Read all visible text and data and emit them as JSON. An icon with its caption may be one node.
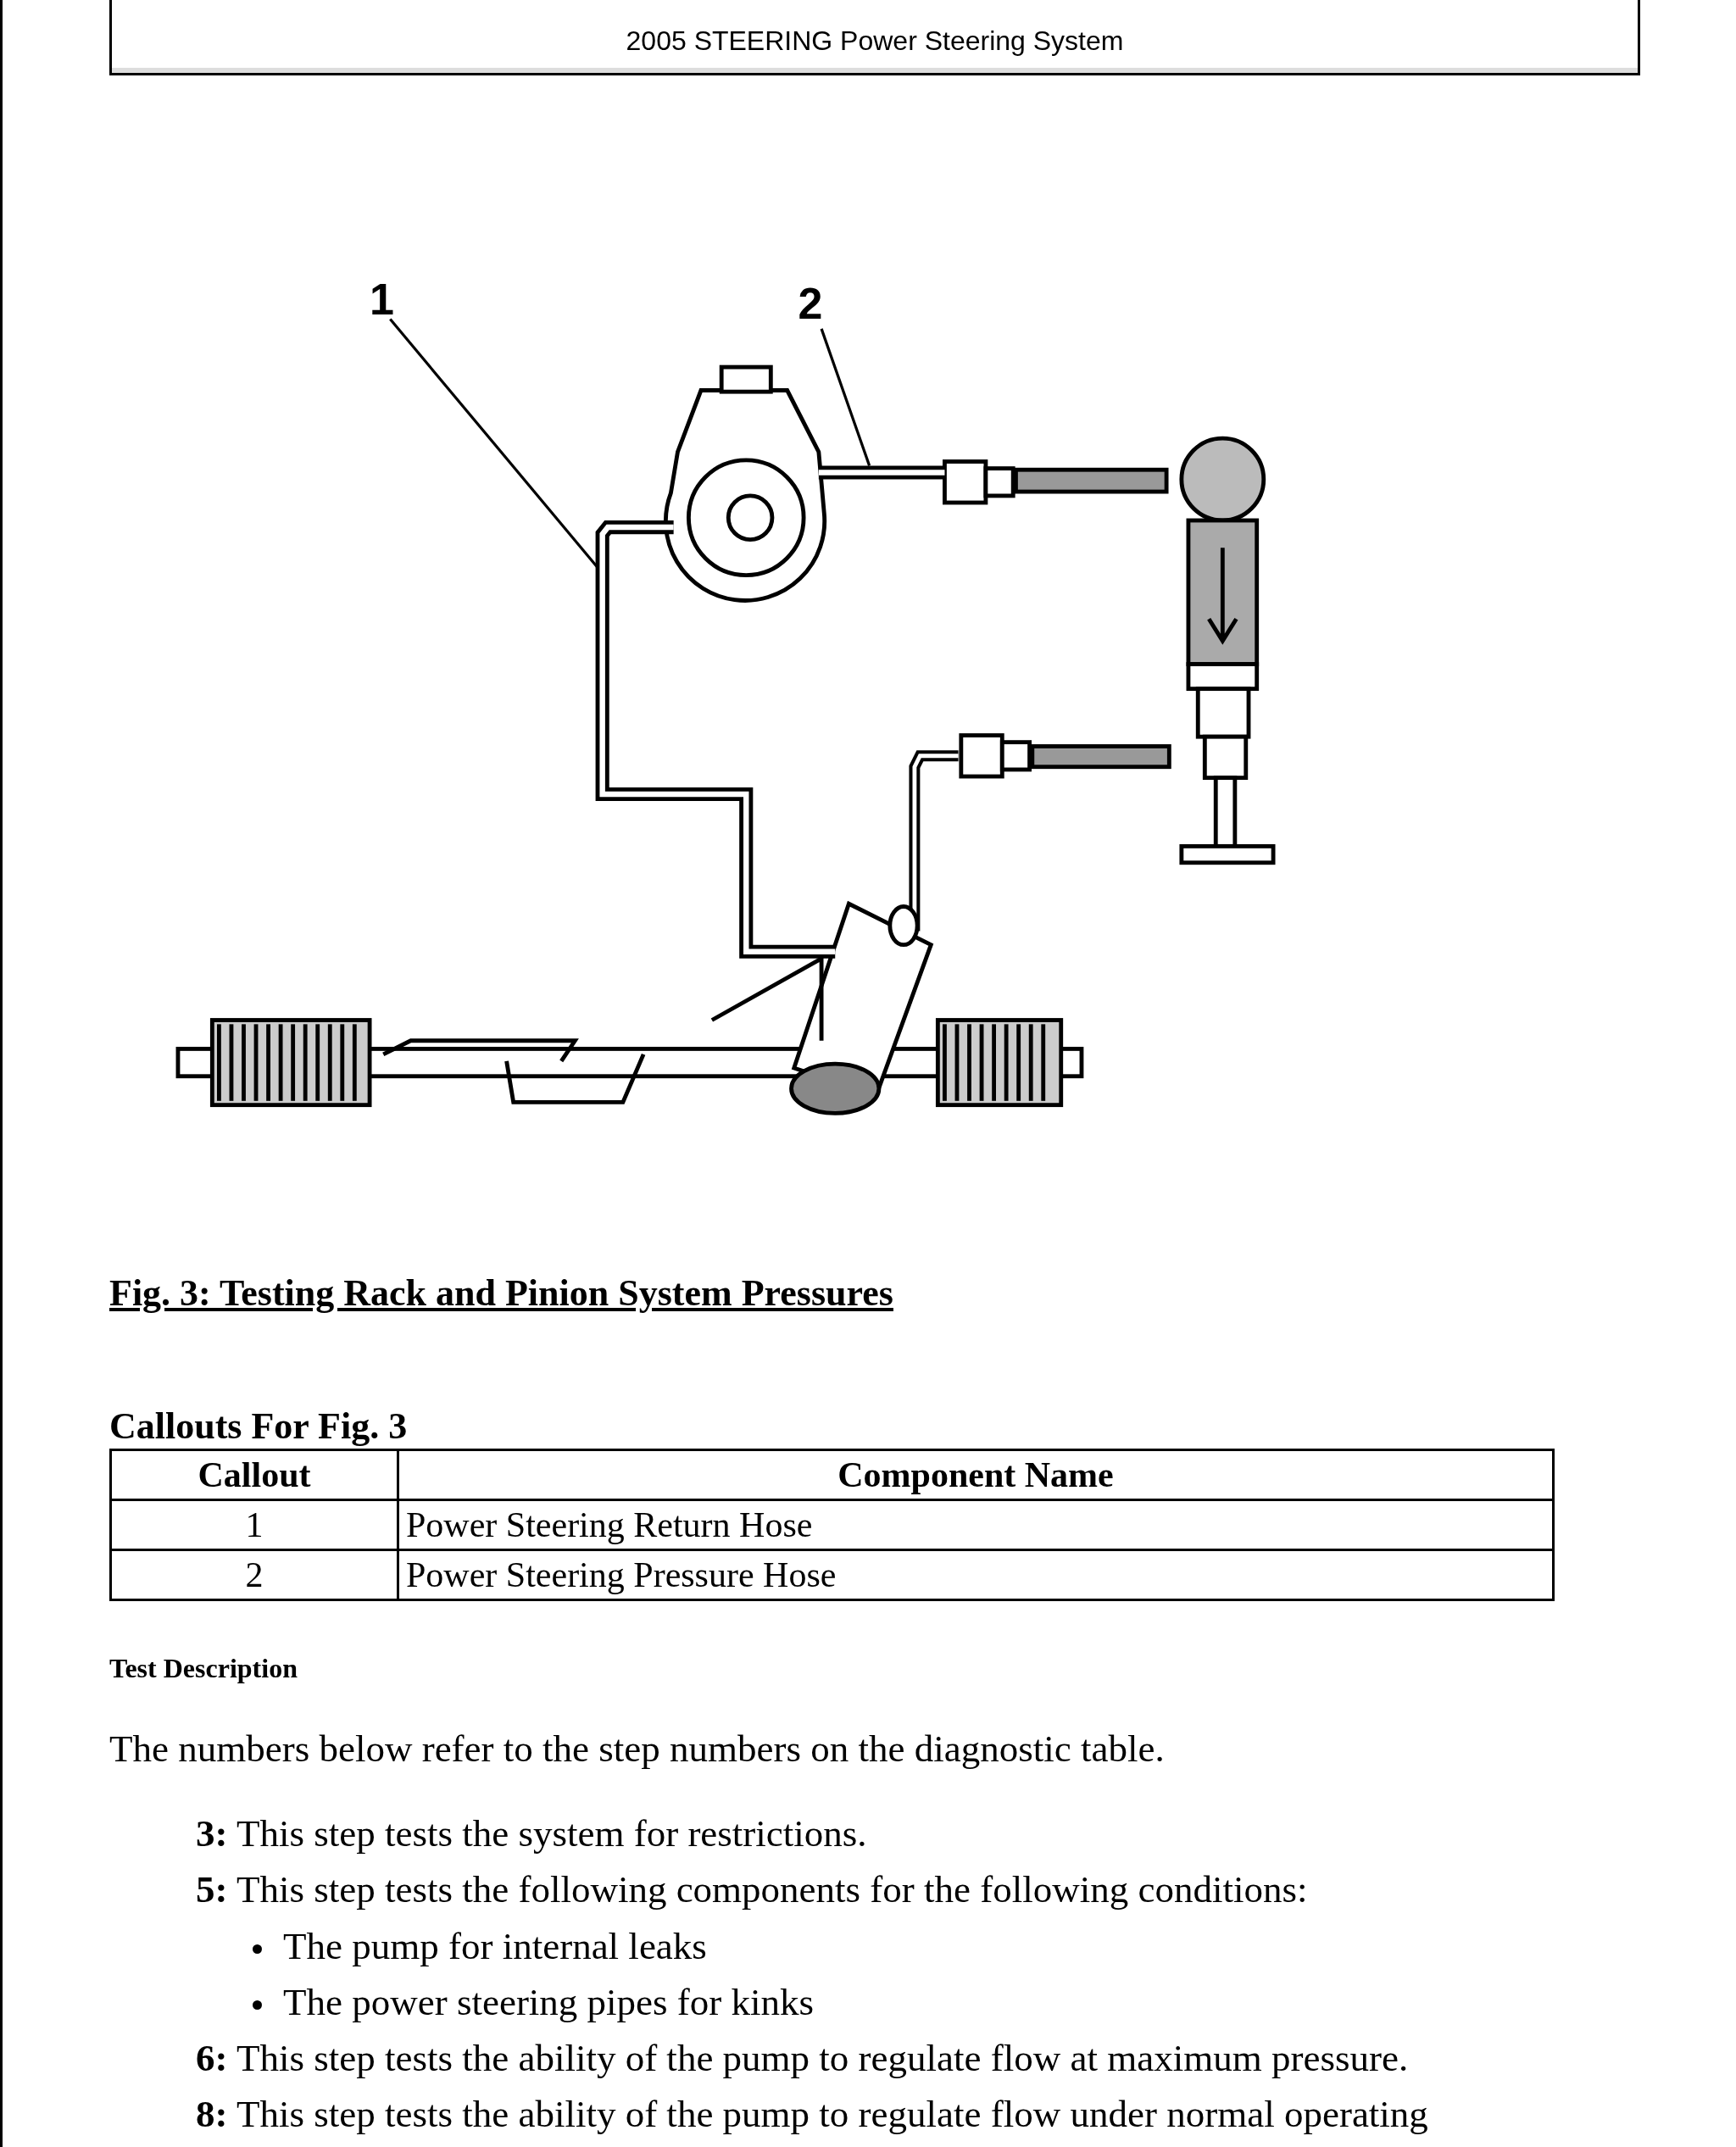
{
  "diagram": {
    "title": "2005 STEERING Power Steering System",
    "caption": "Fig. 3: Testing Rack and Pinion System Pressures",
    "nodes": [
      {
        "text": [
          "1"
        ]
      },
      {
        "text": [],
        "shape": "hose"
      },
      {
        "text": [
          "2"
        ]
      },
      {
        "text": [],
        "shape": "hose"
      }
    ],
    "edges": [
      {
        "from": 0,
        "to": 1,
        "arrow": "none"
      },
      {
        "from": 2,
        "to": 3,
        "arrow": "none"
      }
    ],
    "labels": [
      "Callouts For Fig. 3",
      "Callout",
      "Component Name",
      "1",
      "Power Steering Return Hose",
      "2",
      "Power Steering Pressure Hose",
      "Test Description",
      "The numbers below refer to the step numbers on the diagnostic table.",
      "**3:** This step tests the system for restrictions.",
      "**5:** This step tests the following components for the following conditions:",
      "The pump for internal leaks",
      "The power steering pipes for kinks",
      "**6:** This step tests the ability of the pump to regulate flow at maximum pressure.",
      "**8:** This step tests the ability of the pump to regulate flow under normal operating"
    ]
  }
}
